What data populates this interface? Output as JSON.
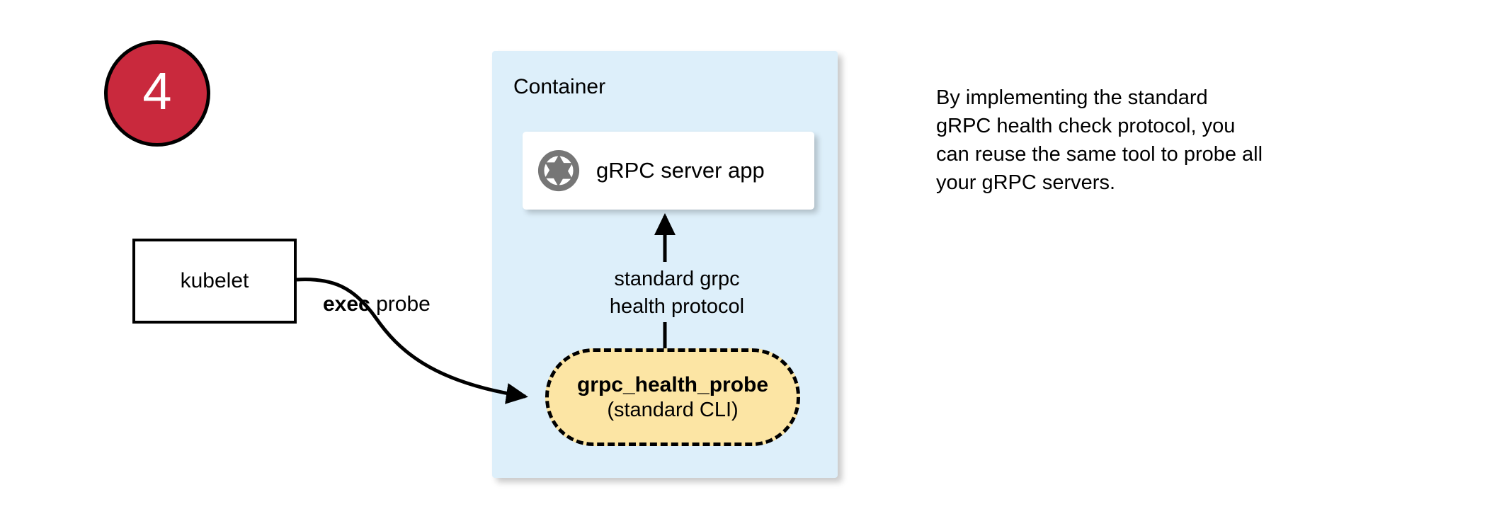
{
  "diagram": {
    "step": {
      "number": "4",
      "badge_color": "#c9293d"
    },
    "colors": {
      "container_bg": "#ddeffa",
      "probe_bg": "#fce5a4",
      "badge_bg": "#c9293d",
      "icon_gray": "#767676",
      "stroke": "#000000"
    },
    "container": {
      "title": "Container"
    },
    "kubelet": {
      "label": "kubelet"
    },
    "server_card": {
      "icon": "aperture-icon",
      "label": "gRPC server app"
    },
    "probe": {
      "title": "grpc_health_probe",
      "subtitle": "(standard CLI)"
    },
    "edges": {
      "exec_label_bold": "exec",
      "exec_label_rest": " probe",
      "protocol_line1": "standard grpc",
      "protocol_line2": "health protocol"
    },
    "note": {
      "line1": "By implementing the standard",
      "line2": "gRPC health check protocol, you",
      "line3": "can reuse the same tool to probe all",
      "line4": "your gRPC servers."
    }
  }
}
